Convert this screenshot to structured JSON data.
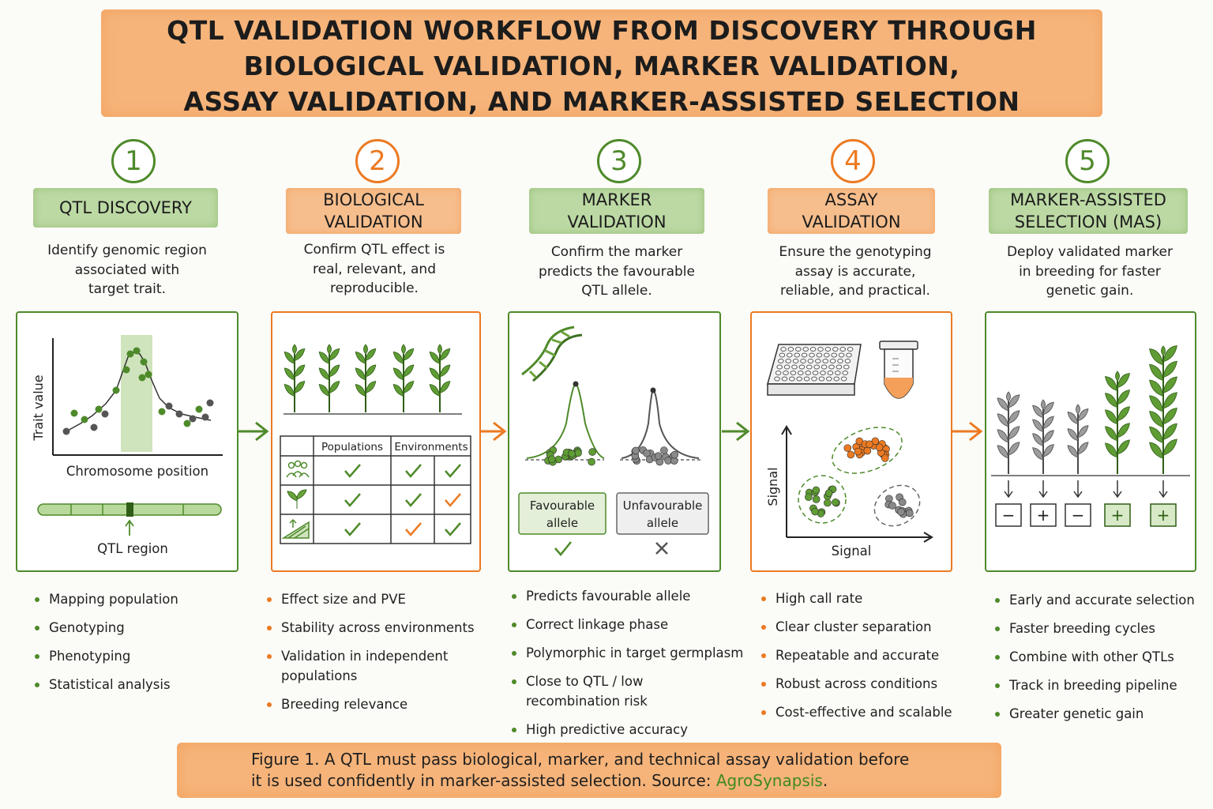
{
  "title": {
    "lines": [
      "QTL VALIDATION WORKFLOW FROM DISCOVERY THROUGH",
      "BIOLOGICAL VALIDATION, MARKER VALIDATION,",
      "ASSAY VALIDATION, AND MARKER-ASSISTED SELECTION"
    ]
  },
  "colors": {
    "green": "#4e8a2a",
    "orange": "#ec7a22",
    "banner_orange": "#f6b47a",
    "banner_green": "#bcd9a4"
  },
  "steps": [
    {
      "number": "1",
      "title_lines": [
        "QTL DISCOVERY"
      ],
      "desc_lines": [
        "Identify genomic region",
        "associated with",
        "target trait."
      ],
      "panel": {
        "ylabel": "Trait value",
        "xlabel": "Chromosome position",
        "region_label": "QTL region"
      },
      "bullets": [
        "Mapping population",
        "Genotyping",
        "Phenotyping",
        "Statistical analysis"
      ]
    },
    {
      "number": "2",
      "title_lines": [
        "BIOLOGICAL",
        "VALIDATION"
      ],
      "desc_lines": [
        "Confirm QTL effect is",
        "real, relevant, and",
        "reproducible."
      ],
      "panel": {
        "col_headers": [
          "Populations",
          "Environments"
        ],
        "row_icons": [
          "people-icon",
          "sprout-icon",
          "field-icon"
        ],
        "checks": [
          [
            "green",
            "green",
            "green"
          ],
          [
            "green",
            "green",
            "orange"
          ],
          [
            "green",
            "orange",
            "green"
          ]
        ]
      },
      "bullets": [
        "Effect size and PVE",
        "Stability across environments",
        "Validation in independent populations",
        "Breeding relevance"
      ]
    },
    {
      "number": "3",
      "title_lines": [
        "MARKER",
        "VALIDATION"
      ],
      "desc_lines": [
        "Confirm the marker",
        "predicts the favourable",
        "QTL allele."
      ],
      "panel": {
        "favourable_lines": [
          "Favourable",
          "allele"
        ],
        "unfavourable_lines": [
          "Unfavourable",
          "allele"
        ]
      },
      "bullets": [
        "Predicts favourable allele",
        "Correct linkage phase",
        "Polymorphic in target germplasm",
        "Close to QTL / low recombination risk",
        "High predictive accuracy"
      ]
    },
    {
      "number": "4",
      "title_lines": [
        "ASSAY",
        "VALIDATION"
      ],
      "desc_lines": [
        "Ensure the genotyping",
        "assay is accurate,",
        "reliable, and practical."
      ],
      "panel": {
        "xlabel": "Signal",
        "ylabel": "Signal"
      },
      "bullets": [
        "High call rate",
        "Clear cluster separation",
        "Repeatable and accurate",
        "Robust across conditions",
        "Cost-effective and scalable"
      ]
    },
    {
      "number": "5",
      "title_lines": [
        "MARKER-ASSISTED",
        "SELECTION (MAS)"
      ],
      "desc_lines": [
        "Deploy validated marker",
        "in breeding for faster",
        "genetic gain."
      ],
      "panel": {
        "signs": [
          "−",
          "+",
          "−",
          "+",
          "+"
        ]
      },
      "bullets": [
        "Early and accurate selection",
        "Faster breeding cycles",
        "Combine with other QTLs",
        "Track in breeding pipeline",
        "Greater genetic gain"
      ]
    }
  ],
  "caption": {
    "line1": "Figure 1. A QTL must pass biological, marker, and technical assay validation before",
    "line2": "it is used confidently in marker-assisted selection. Source: ",
    "source": "AgroSynapsis",
    "end": "."
  }
}
